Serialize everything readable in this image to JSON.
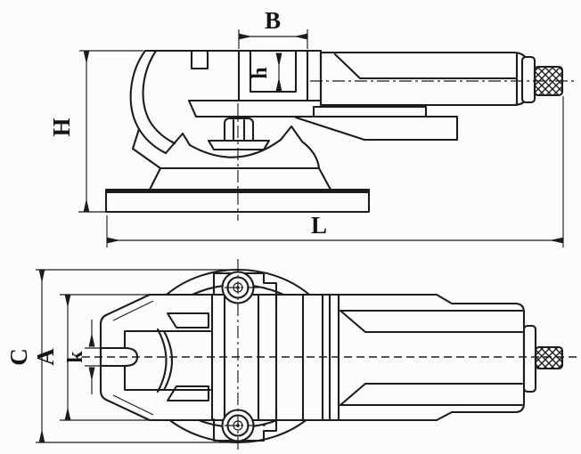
{
  "drawing": {
    "description": "Two-view orthographic technical drawing of a swivel-base machine vise",
    "background": "#fcfcfc",
    "line_color": "#1c1c1c",
    "views": [
      {
        "id": "side-elevation",
        "dimension_labels": [
          "B",
          "h",
          "H",
          "L"
        ]
      },
      {
        "id": "top-plan",
        "dimension_labels": [
          "C",
          "A",
          "k"
        ]
      }
    ],
    "labels": {
      "B": "B",
      "h": "h",
      "H": "H",
      "L": "L",
      "C": "C",
      "A": "A",
      "k": "k"
    }
  }
}
